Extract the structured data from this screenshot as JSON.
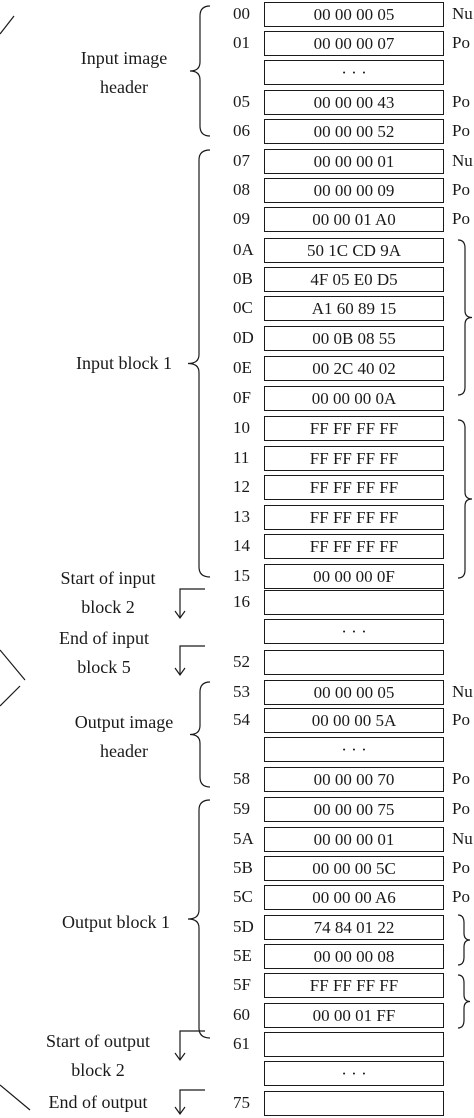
{
  "groups": [
    {
      "label_lines": [
        "Input image",
        "header"
      ]
    },
    {
      "label_lines": [
        "Input block 1"
      ]
    },
    {
      "label_lines": [
        "Start of input",
        "block 2"
      ]
    },
    {
      "label_lines": [
        "End of input",
        "block 5"
      ]
    },
    {
      "label_lines": [
        "Output image",
        "header"
      ]
    },
    {
      "label_lines": [
        "Output block 1"
      ]
    },
    {
      "label_lines": [
        "Start of output",
        "block 2"
      ]
    },
    {
      "label_lines": [
        "End of output"
      ]
    }
  ],
  "rows": [
    {
      "addr": "00",
      "value": "00 00 00 05",
      "note": "Nu"
    },
    {
      "addr": "01",
      "value": "00 00 00 07",
      "note": "Po"
    },
    {
      "addr": "",
      "value": "· · ·",
      "note": ""
    },
    {
      "addr": "05",
      "value": "00 00 00 43",
      "note": "Po"
    },
    {
      "addr": "06",
      "value": "00 00 00 52",
      "note": "Po"
    },
    {
      "addr": "07",
      "value": "00 00 00 01",
      "note": "Nu"
    },
    {
      "addr": "08",
      "value": "00 00 00 09",
      "note": "Po"
    },
    {
      "addr": "09",
      "value": "00 00 01 A0",
      "note": "Po"
    },
    {
      "addr": "0A",
      "value": "50 1C CD 9A",
      "note": ""
    },
    {
      "addr": "0B",
      "value": "4F 05 E0 D5",
      "note": ""
    },
    {
      "addr": "0C",
      "value": "A1 60 89 15",
      "note": ""
    },
    {
      "addr": "0D",
      "value": "00 0B 08 55",
      "note": ""
    },
    {
      "addr": "0E",
      "value": "00 2C 40 02",
      "note": ""
    },
    {
      "addr": "0F",
      "value": "00 00 00 0A",
      "note": ""
    },
    {
      "addr": "10",
      "value": "FF FF FF FF",
      "note": ""
    },
    {
      "addr": "11",
      "value": "FF FF FF FF",
      "note": ""
    },
    {
      "addr": "12",
      "value": "FF FF FF FF",
      "note": ""
    },
    {
      "addr": "13",
      "value": "FF FF FF FF",
      "note": ""
    },
    {
      "addr": "14",
      "value": "FF FF FF FF",
      "note": ""
    },
    {
      "addr": "15",
      "value": "00 00 00 0F",
      "note": ""
    },
    {
      "addr": "16",
      "value": "",
      "note": ""
    },
    {
      "addr": "",
      "value": "· · ·",
      "note": ""
    },
    {
      "addr": "52",
      "value": "",
      "note": ""
    },
    {
      "addr": "53",
      "value": "00 00 00 05",
      "note": "Nu"
    },
    {
      "addr": "54",
      "value": "00 00 00 5A",
      "note": "Po"
    },
    {
      "addr": "",
      "value": "· · ·",
      "note": ""
    },
    {
      "addr": "58",
      "value": "00 00 00 70",
      "note": "Po"
    },
    {
      "addr": "59",
      "value": "00 00 00 75",
      "note": "Po"
    },
    {
      "addr": "5A",
      "value": "00 00 00 01",
      "note": "Nu"
    },
    {
      "addr": "5B",
      "value": "00 00 00 5C",
      "note": "Po"
    },
    {
      "addr": "5C",
      "value": "00 00 00 A6",
      "note": "Po"
    },
    {
      "addr": "5D",
      "value": "74 84 01 22",
      "note": ""
    },
    {
      "addr": "5E",
      "value": "00 00 00 08",
      "note": ""
    },
    {
      "addr": "5F",
      "value": "FF FF FF FF",
      "note": ""
    },
    {
      "addr": "60",
      "value": "00 00 01 FF",
      "note": ""
    },
    {
      "addr": "61",
      "value": "",
      "note": ""
    },
    {
      "addr": "",
      "value": "· · ·",
      "note": ""
    },
    {
      "addr": "75",
      "value": "",
      "note": ""
    }
  ]
}
